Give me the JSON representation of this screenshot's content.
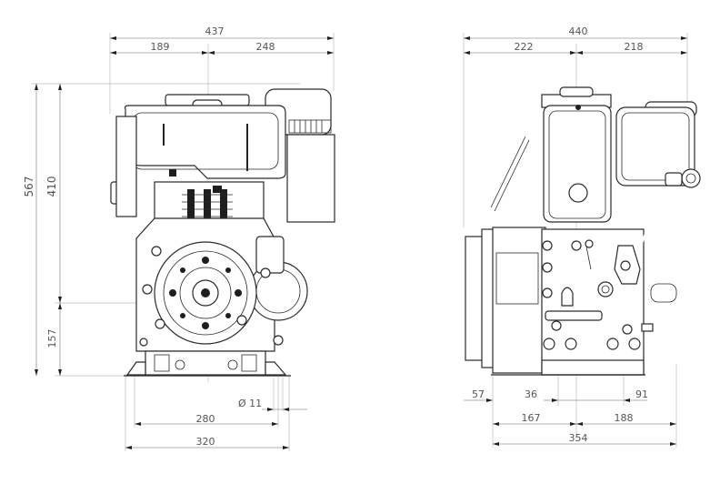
{
  "front_view": {
    "overall_width": "437",
    "left_offset": "189",
    "right_offset": "248",
    "total_height": "567",
    "crank_height": "410",
    "base_height": "157",
    "hole_diameter": "Ø 11",
    "bolt_spacing": "280",
    "base_width": "320"
  },
  "side_view": {
    "overall_width": "440",
    "left_offset": "222",
    "right_offset": "218",
    "flange_offset": "57",
    "left_mount": "36",
    "right_mount": "91",
    "left_base": "167",
    "right_base": "188",
    "base_width": "354"
  }
}
